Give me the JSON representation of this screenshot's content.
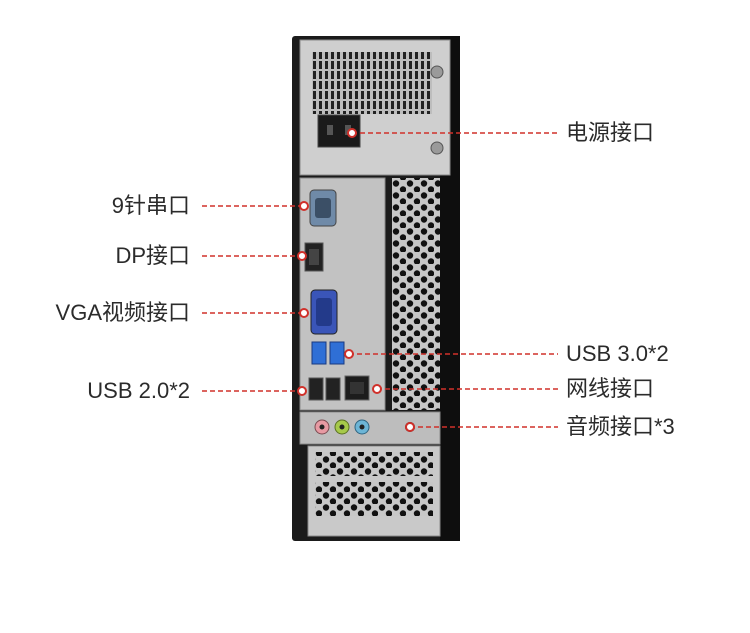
{
  "labels": {
    "power": "电源接口",
    "serial": "9针串口",
    "dp": "DP接口",
    "vga": "VGA视频接口",
    "usb3": "USB 3.0*2",
    "usb2": "USB 2.0*2",
    "lan": "网线接口",
    "audio": "音频接口*3"
  },
  "colors": {
    "leader": "#d0302a",
    "case": "#1b1b1b",
    "metal": "#c9c9c9",
    "usb3_port": "#2f6fd6",
    "vga_port": "#3a55b8",
    "serial_port": "#6f8aa8",
    "audio_pink": "#e79aa3",
    "audio_green": "#a6c94a",
    "audio_blue": "#6cb5d6"
  }
}
